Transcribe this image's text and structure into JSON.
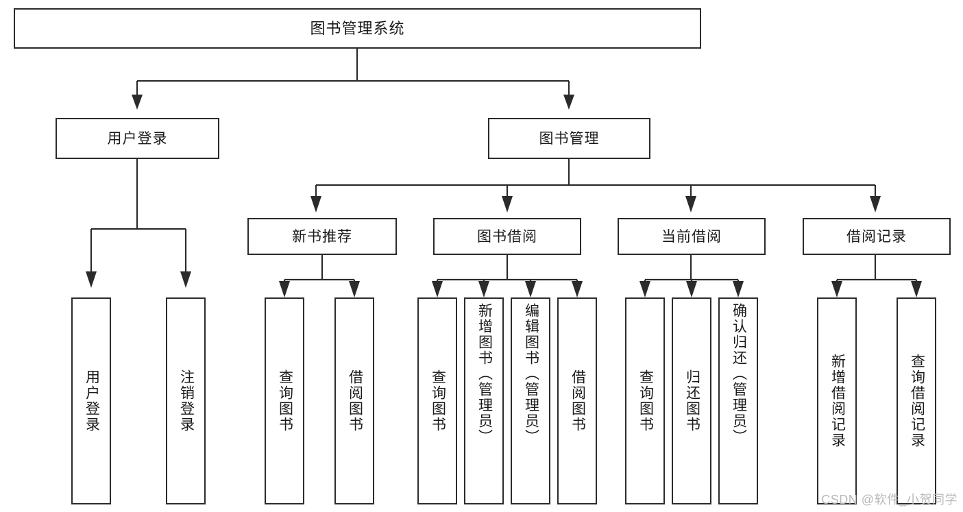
{
  "diagram": {
    "title": "图书管理系统",
    "type": "hierarchy-tree",
    "root": {
      "id": "root",
      "label": "图书管理系统"
    },
    "level2": [
      {
        "id": "user-login",
        "label": "用户登录"
      },
      {
        "id": "book-manage",
        "label": "图书管理"
      }
    ],
    "level3": [
      {
        "id": "new-book-recommend",
        "label": "新书推荐",
        "parent": "book-manage"
      },
      {
        "id": "book-borrow",
        "label": "图书借阅",
        "parent": "book-manage"
      },
      {
        "id": "current-borrow",
        "label": "当前借阅",
        "parent": "book-manage"
      },
      {
        "id": "borrow-record",
        "label": "借阅记录",
        "parent": "book-manage"
      }
    ],
    "leaves": {
      "user_login": [
        {
          "id": "leaf-user-login",
          "label": "用户登录"
        },
        {
          "id": "leaf-logout",
          "label": "注销登录"
        }
      ],
      "new_book_recommend": [
        {
          "id": "leaf-query-book-1",
          "label": "查询图书"
        },
        {
          "id": "leaf-borrow-book-1",
          "label": "借阅图书"
        }
      ],
      "book_borrow": [
        {
          "id": "leaf-query-book-2",
          "label": "查询图书"
        },
        {
          "id": "leaf-add-book",
          "label": "新增图书（管理员）"
        },
        {
          "id": "leaf-edit-book",
          "label": "编辑图书（管理员）"
        },
        {
          "id": "leaf-borrow-book-2",
          "label": "借阅图书"
        }
      ],
      "current_borrow": [
        {
          "id": "leaf-query-book-3",
          "label": "查询图书"
        },
        {
          "id": "leaf-return-book",
          "label": "归还图书"
        },
        {
          "id": "leaf-confirm-return",
          "label": "确认归还（管理员）"
        }
      ],
      "borrow_record": [
        {
          "id": "leaf-add-record",
          "label": "新增借阅记录"
        },
        {
          "id": "leaf-query-record",
          "label": "查询借阅记录"
        }
      ]
    }
  },
  "watermark": {
    "text": "CSDN @软件_小贺同学"
  },
  "colors": {
    "stroke": "#2b2b2b",
    "text": "#1a1a1a",
    "background": "#ffffff",
    "watermark": "#b9b9b9"
  }
}
